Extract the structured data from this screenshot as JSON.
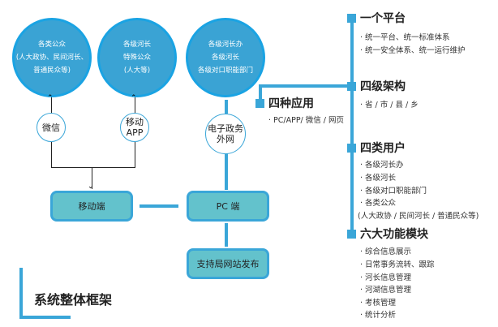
{
  "circles": [
    {
      "lines": [
        "各类公众",
        "(人大政协、民间河长、",
        "普通民众等)"
      ]
    },
    {
      "lines": [
        "各级河长",
        "特殊公众",
        "(人大等)"
      ]
    },
    {
      "lines": [
        "各级河长办",
        "各级河长",
        "各级对口职能部门"
      ]
    }
  ],
  "channels": {
    "wechat": "微信",
    "app": [
      "移动",
      "APP"
    ],
    "extranet": [
      "电子政务",
      "外网"
    ]
  },
  "boxes": {
    "mobile": "移动端",
    "pc": "PC 端",
    "publish": "支持局网站发布"
  },
  "title": "系统整体框架",
  "sections": [
    {
      "heading": "一个平台",
      "items": [
        "· 统一平台、统一标准体系",
        "· 统一安全体系、统一运行维护"
      ]
    },
    {
      "heading": "四级架构",
      "items": [
        "· 省 / 市 / 县 / 乡"
      ]
    },
    {
      "heading": "四类用户",
      "items": [
        "· 各级河长办",
        "· 各级河长",
        "· 各级对口职能部门",
        "· 各类公众",
        "(人大政协 / 民间河长 / 普通民众等)"
      ]
    },
    {
      "heading": "六大功能模块",
      "items": [
        "· 综合信息展示",
        "· 日常事务流转、跟踪",
        "· 河长信息管理",
        "· 河湖信息管理",
        "· 考核管理",
        "· 统计分析"
      ]
    }
  ],
  "apps": {
    "heading": "四种应用",
    "items": [
      "· PC/APP/ 微信 / 网页"
    ]
  },
  "colors": {
    "accent": "#3aa6d8",
    "circle": "#3aa3d4",
    "box": "#63c2cc"
  }
}
